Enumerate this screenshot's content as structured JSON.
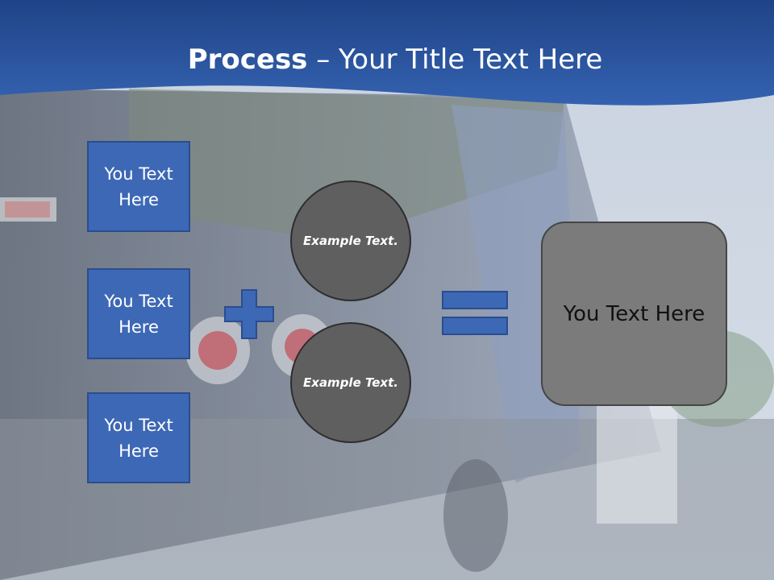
{
  "slide": {
    "title_bold": "Process",
    "title_rest": " – Your Title Text Here",
    "text_boxes": [
      "You Text Here",
      "You Text Here",
      "You Text Here"
    ],
    "circles": [
      "Example Text.",
      "Example Text."
    ],
    "result_text": "You Text Here",
    "operators": {
      "plus": "plus-icon",
      "equals": "equals-icon"
    }
  },
  "colors": {
    "header_blue": "#2f5ca7",
    "box_blue": "#3d68b5",
    "circle_gray": "#5f5f5f",
    "result_gray": "#7b7b7b"
  }
}
